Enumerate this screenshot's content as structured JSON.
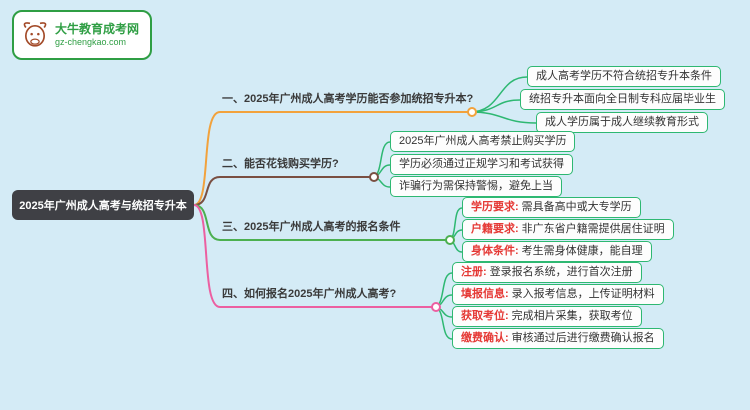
{
  "logo": {
    "title": "大牛教育成考网",
    "url": "gz-chengkao.com",
    "color": "#2f9e44"
  },
  "root": {
    "label": "2025年广州成人高考与统招专升本",
    "bg": "#3f4045"
  },
  "colors": {
    "background": "#d4ebf6",
    "leaf_border": "#2eb872",
    "leaf_prefix_red": "#e53935"
  },
  "branches": [
    {
      "label": "一、2025年广州成人高考学历能否参加统招专升本?",
      "color": "#f2a23c",
      "leaves": [
        {
          "prefix": "",
          "text": "成人高考学历不符合统招专升本条件"
        },
        {
          "prefix": "",
          "text": "统招专升本面向全日制专科应届毕业生"
        },
        {
          "prefix": "",
          "text": "成人学历属于成人继续教育形式"
        }
      ]
    },
    {
      "label": "二、能否花钱购买学历?",
      "color": "#7a4f42",
      "leaves": [
        {
          "prefix": "",
          "text": "2025年广州成人高考禁止购买学历"
        },
        {
          "prefix": "",
          "text": "学历必须通过正规学习和考试获得"
        },
        {
          "prefix": "",
          "text": "诈骗行为需保持警惕，避免上当"
        }
      ]
    },
    {
      "label": "三、2025年广州成人高考的报名条件",
      "color": "#4cb050",
      "leaves": [
        {
          "prefix": "学历要求:",
          "text": "需具备高中或大专学历"
        },
        {
          "prefix": "户籍要求:",
          "text": "非广东省户籍需提供居住证明"
        },
        {
          "prefix": "身体条件:",
          "text": "考生需身体健康，能自理"
        }
      ]
    },
    {
      "label": "四、如何报名2025年广州成人高考?",
      "color": "#ec5fa1",
      "leaves": [
        {
          "prefix": "注册:",
          "text": "登录报名系统，进行首次注册"
        },
        {
          "prefix": "填报信息:",
          "text": "录入报考信息，上传证明材料"
        },
        {
          "prefix": "获取考位:",
          "text": "完成相片采集，获取考位"
        },
        {
          "prefix": "缴费确认:",
          "text": "审核通过后进行缴费确认报名"
        }
      ]
    }
  ]
}
